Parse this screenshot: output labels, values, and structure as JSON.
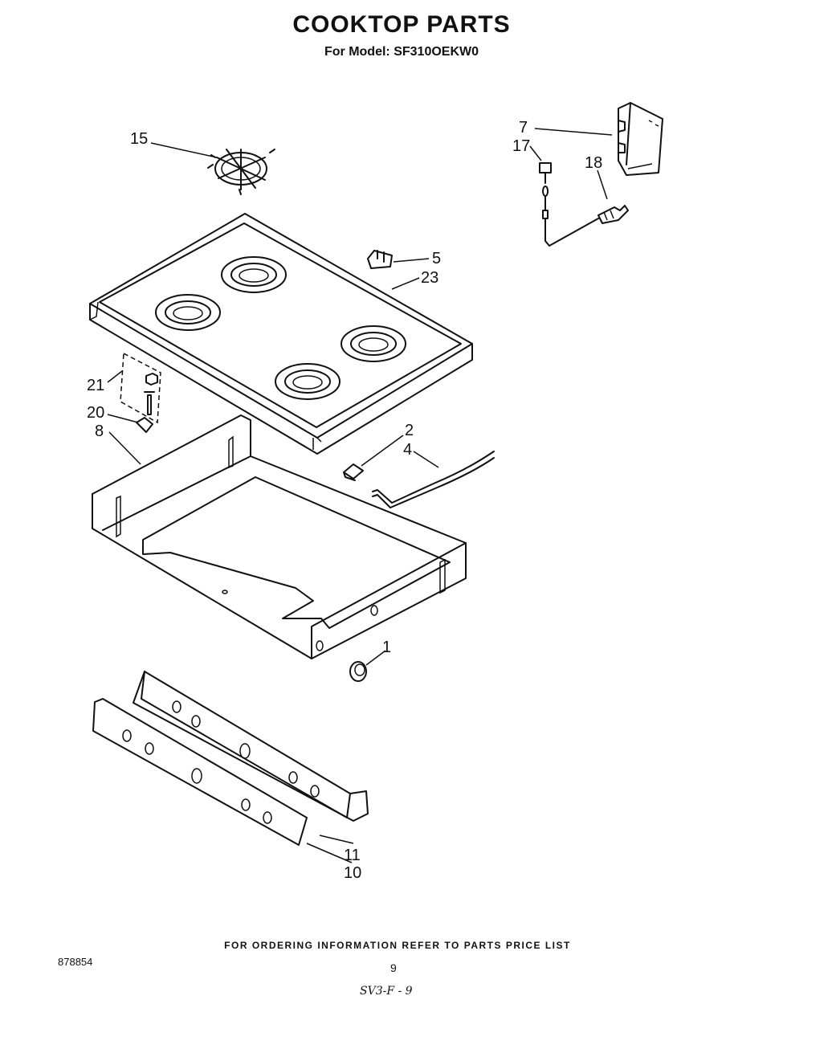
{
  "header": {
    "title": "COOKTOP PARTS",
    "subtitle": "For Model: SF310OEKW0"
  },
  "callouts": [
    {
      "id": "c1",
      "label": "1"
    },
    {
      "id": "c2",
      "label": "2"
    },
    {
      "id": "c4",
      "label": "4"
    },
    {
      "id": "c5",
      "label": "5"
    },
    {
      "id": "c7",
      "label": "7"
    },
    {
      "id": "c8",
      "label": "8"
    },
    {
      "id": "c10",
      "label": "10"
    },
    {
      "id": "c11",
      "label": "11"
    },
    {
      "id": "c15",
      "label": "15"
    },
    {
      "id": "c17",
      "label": "17"
    },
    {
      "id": "c18",
      "label": "18"
    },
    {
      "id": "c20",
      "label": "20"
    },
    {
      "id": "c21",
      "label": "21"
    },
    {
      "id": "c23",
      "label": "23"
    }
  ],
  "footer": {
    "ordering_note": "FOR ORDERING INFORMATION REFER TO PARTS PRICE LIST",
    "doc_number": "878854",
    "page_number": "9",
    "handwritten_note": "SV3-F - 9"
  }
}
